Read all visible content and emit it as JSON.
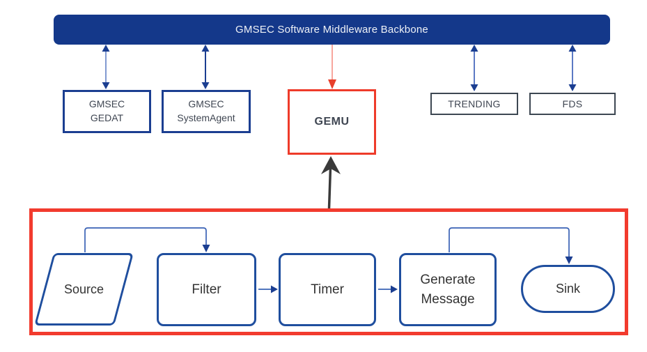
{
  "diagram": {
    "backbone": {
      "label": "GMSEC Software Middleware Backbone"
    },
    "nodes": {
      "gedat": {
        "label": "GMSEC\nGEDAT"
      },
      "system_agent": {
        "label": "GMSEC\nSystemAgent"
      },
      "gemu": {
        "label": "GEMU"
      },
      "trending": {
        "label": "TRENDING"
      },
      "fds": {
        "label": "FDS"
      }
    },
    "gemu_pipeline": {
      "source": {
        "label": "Source",
        "shape": "parallelogram"
      },
      "filter": {
        "label": "Filter",
        "shape": "rounded-rectangle"
      },
      "timer": {
        "label": "Timer",
        "shape": "rounded-rectangle"
      },
      "generate_message": {
        "label": "Generate\nMessage",
        "shape": "rounded-rectangle"
      },
      "sink": {
        "label": "Sink",
        "shape": "stadium"
      }
    },
    "connections": [
      {
        "from": "backbone",
        "to": "gedat",
        "type": "double-headed-arrow",
        "color": "#8199d1"
      },
      {
        "from": "backbone",
        "to": "system_agent",
        "type": "double-headed-arrow",
        "color": "#1b3e91"
      },
      {
        "from": "backbone",
        "to": "gemu",
        "type": "arrow-down",
        "color": "#e8402c"
      },
      {
        "from": "backbone",
        "to": "trending",
        "type": "double-headed-arrow",
        "color": "#5b79c4"
      },
      {
        "from": "backbone",
        "to": "fds",
        "type": "double-headed-arrow",
        "color": "#5b79c4"
      },
      {
        "from": "gemu_pipeline_frame",
        "to": "gemu",
        "type": "arrow-up",
        "color": "#3a3a3a"
      },
      {
        "from": "source",
        "to": "filter",
        "type": "elbow-arrow",
        "color": "#3a62b5"
      },
      {
        "from": "filter",
        "to": "timer",
        "type": "arrow-right",
        "color": "#3a62b5"
      },
      {
        "from": "timer",
        "to": "generate_message",
        "type": "arrow-right",
        "color": "#3a62b5"
      },
      {
        "from": "generate_message",
        "to": "sink",
        "type": "elbow-arrow",
        "color": "#3a62b5"
      }
    ],
    "colors": {
      "backbone_bar": "#14388a",
      "navy_border": "#1b3e91",
      "gray_border": "#3d4752",
      "red_accent": "#ee3b2a",
      "red_frame": "#f23b2e",
      "flow_border": "#1f4e9e",
      "connector_blue": "#3a62b5",
      "light_arrow_line": "#8199d1",
      "salmon_arrow_line": "#f8a69d",
      "black_arrow": "#3a3a3a",
      "text_dark": "#3f4652",
      "background": "#ffffff"
    }
  }
}
